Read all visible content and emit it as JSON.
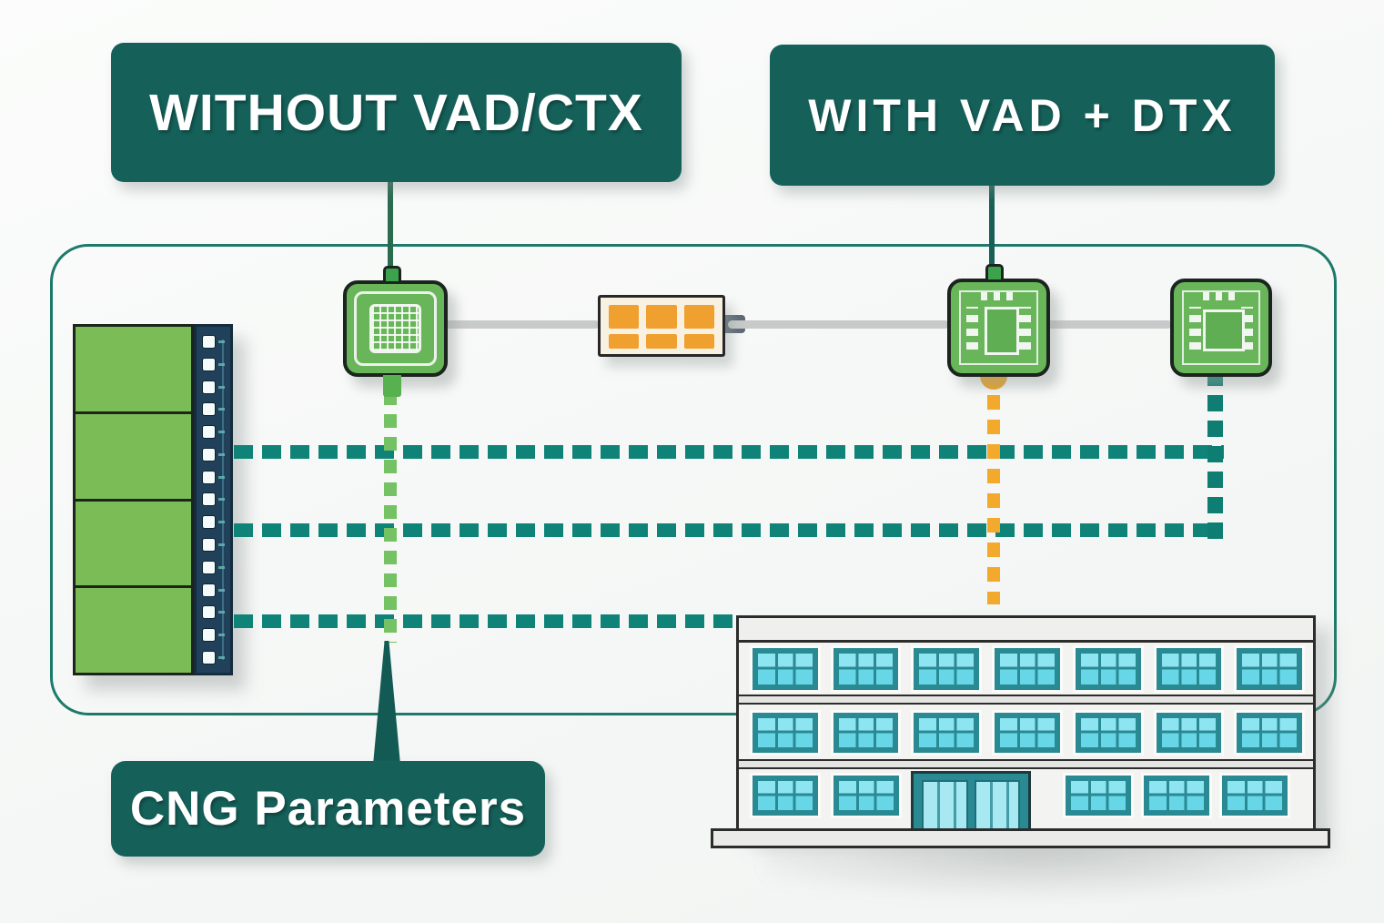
{
  "titles": {
    "without": "WITHOUT VAD/CTX",
    "with": "WITH VAD + DTX"
  },
  "callout": {
    "cng_label": "CNG Parameters"
  },
  "colors": {
    "title_box_teal": "#15615a",
    "container_border": "#1d7a68",
    "teal_dash": "#0f8378",
    "green_dash": "#74c263",
    "orange_dash": "#f2a92c",
    "orange_cell": "#f0a02e",
    "chip_green": "#69b65a",
    "rack_panel_green": "#7cbc56",
    "rack_console_navy": "#21415a",
    "wire_gray": "#c7cac9",
    "noise_box_cream": "#f8f0e1",
    "window_frame_teal": "#2a8a93",
    "window_glass_cyan": "#8de5f1"
  },
  "icons": {
    "rack": "audio-source-rack-icon",
    "chip_encoder": "circuit-chip-icon",
    "noise_block": "comfort-noise-frames-icon",
    "chip_decoder": "circuit-chip-icon",
    "chip_output": "circuit-chip-icon",
    "building": "office-building-icon"
  },
  "rack": {
    "panel_count": 4,
    "led_count": 15
  },
  "noise_block": {
    "cell_count": 6
  },
  "building": {
    "upper_floor_window_count": 7,
    "second_floor_window_count": 7,
    "ground_left_window_count": 2,
    "ground_right_window_count": 3
  }
}
